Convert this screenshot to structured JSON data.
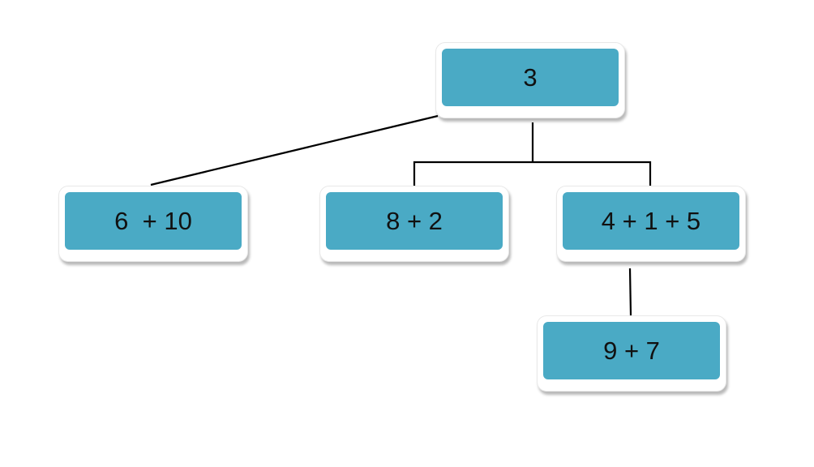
{
  "nodes": {
    "root": {
      "label": "3"
    },
    "left": {
      "label": "6  + 10"
    },
    "middle": {
      "label": "8 + 2"
    },
    "right": {
      "label": "4 + 1 + 5"
    },
    "bottom": {
      "label": "9 + 7"
    }
  },
  "colors": {
    "node_fill": "#4aaac5",
    "node_frame": "#ffffff",
    "connector": "#000000"
  }
}
